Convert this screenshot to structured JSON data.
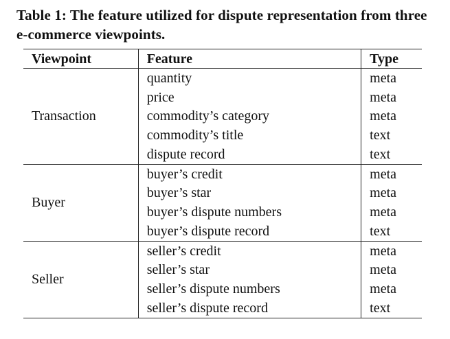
{
  "caption": "Table 1: The feature utilized for dispute representation from three e-commerce viewpoints.",
  "columns": [
    "Viewpoint",
    "Feature",
    "Type"
  ],
  "groups": [
    {
      "viewpoint": "Transaction",
      "rows": [
        {
          "feature": "quantity",
          "type": "meta"
        },
        {
          "feature": "price",
          "type": "meta"
        },
        {
          "feature": "commodity’s category",
          "type": "meta"
        },
        {
          "feature": "commodity’s title",
          "type": "text"
        },
        {
          "feature": "dispute record",
          "type": "text"
        }
      ]
    },
    {
      "viewpoint": "Buyer",
      "rows": [
        {
          "feature": "buyer’s credit",
          "type": "meta"
        },
        {
          "feature": "buyer’s star",
          "type": "meta"
        },
        {
          "feature": "buyer’s dispute numbers",
          "type": "meta"
        },
        {
          "feature": "buyer’s dispute record",
          "type": "text"
        }
      ]
    },
    {
      "viewpoint": "Seller",
      "rows": [
        {
          "feature": "seller’s credit",
          "type": "meta"
        },
        {
          "feature": "seller’s star",
          "type": "meta"
        },
        {
          "feature": "seller’s dispute numbers",
          "type": "meta"
        },
        {
          "feature": "seller’s dispute record",
          "type": "text"
        }
      ]
    }
  ]
}
